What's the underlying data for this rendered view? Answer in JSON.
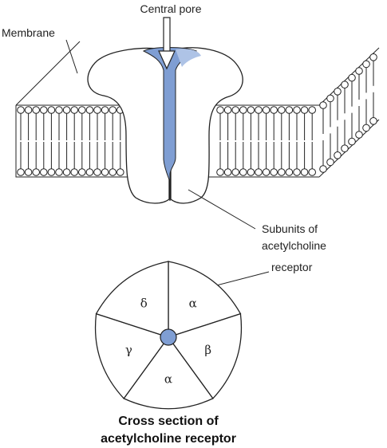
{
  "labels": {
    "central_pore": "Central pore",
    "membrane": "Membrane",
    "subunits": [
      "Subunits of",
      "acetylcholine",
      "receptor"
    ]
  },
  "cross_section": {
    "subunits": [
      "α",
      "β",
      "α",
      "γ",
      "δ"
    ],
    "caption": [
      "Cross section of",
      "acetylcholine receptor"
    ]
  },
  "colors": {
    "pore_fill": "#7f9ed3",
    "pore_fill_light": "#aec3e6",
    "outline": "#222222",
    "background": "#ffffff"
  }
}
